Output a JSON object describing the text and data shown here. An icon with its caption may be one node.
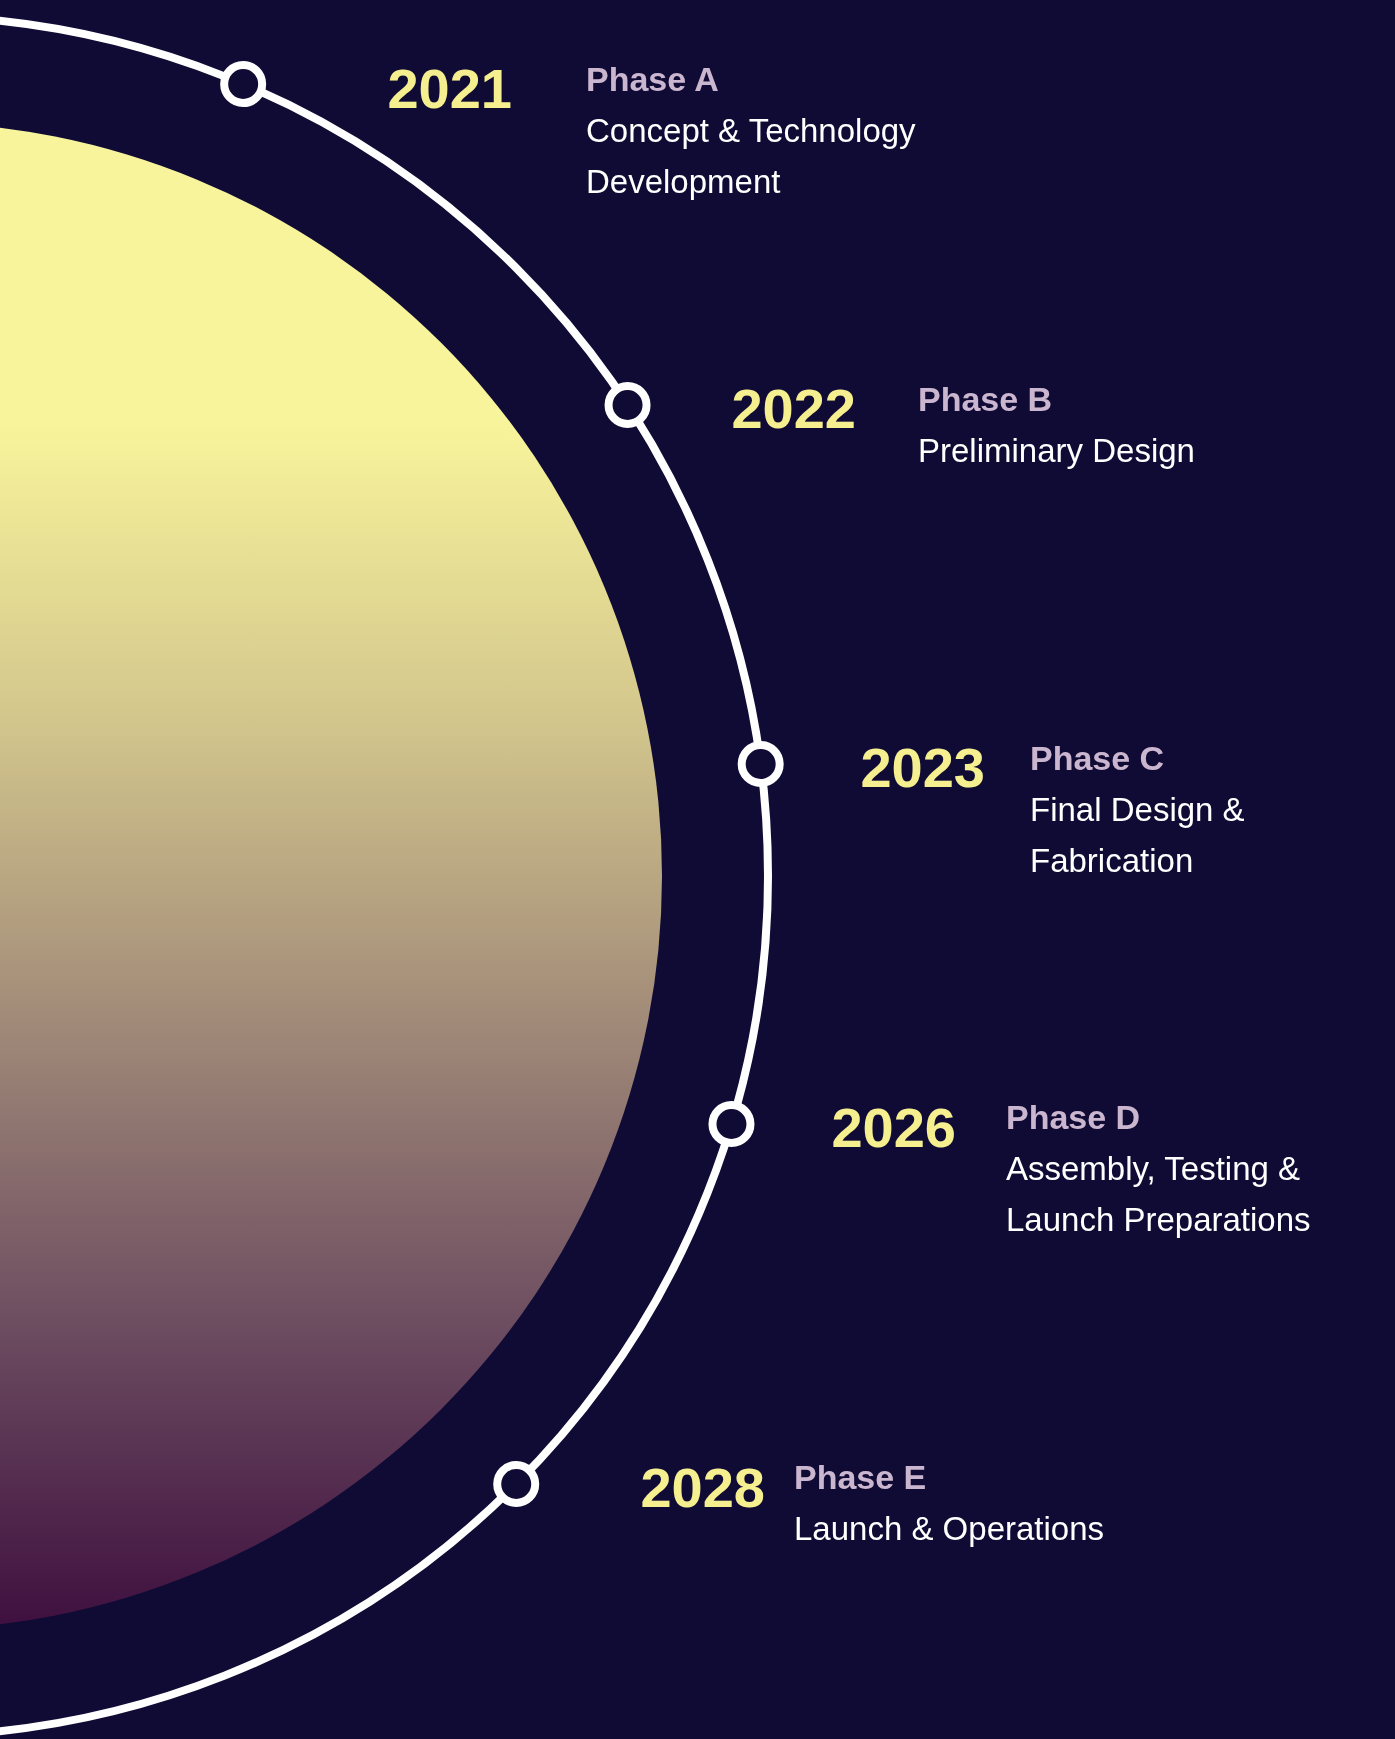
{
  "diagram": {
    "nodes": [
      {
        "text": [
          "Phase A",
          "Concept & Technology Development"
        ],
        "beside": [
          "2021"
        ]
      },
      {
        "text": [
          "Phase B",
          "Preliminary Design"
        ],
        "beside": [
          "2022"
        ]
      },
      {
        "text": [
          "Phase C",
          "Final Design & Fabrication"
        ],
        "beside": [
          "2023"
        ]
      },
      {
        "text": [
          "Phase D",
          "Assembly, Testing & Launch Preparations"
        ],
        "beside": [
          "2026"
        ]
      },
      {
        "text": [
          "Phase E",
          "Launch & Operations"
        ],
        "beside": [
          "2028"
        ]
      }
    ],
    "edges": []
  }
}
